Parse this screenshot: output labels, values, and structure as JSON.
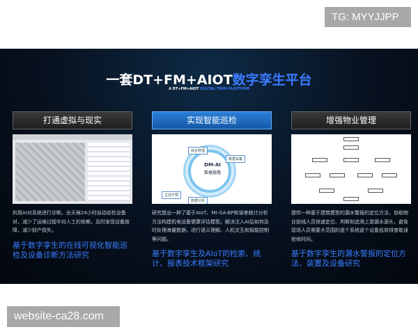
{
  "watermarks": {
    "top": "TG: MYYJJPP",
    "bottom": "website-ca28.com"
  },
  "title": {
    "prefix": "一套DT+FM+AIOT",
    "suffix": "数字孪生平台",
    "subtitle_prefix": "A DT+FM+AIOT ",
    "subtitle_suffix": "DIGITAL TWIN PLATFORM"
  },
  "columns": [
    {
      "header": "打通虚拟与现实",
      "body": "利用AI对系统进行诊断。全天候24小时自动巡检设备对，减少了运维过程中对人工的依赖，及时发现设备故障，减少财产损失。",
      "highlight": "基于数字孪生的在线可视化智能巡检及设备诊断方法研究"
    },
    {
      "header": "实现智能巡检",
      "body": "研究提出一种了基于AIoT、MI-GA-BP和误差统计分析方法构建机电设备健康评估模型。解决注入AI后如何及时处理海量数据，进行语义理解、人机交互和智能控制等问题。",
      "highlight": "基于数字孪生及AIoT的检索、统计、报表技术框架研究",
      "diagram": {
        "center_top": "DM-AI",
        "center_bottom": "数据链路",
        "labels": [
          "综合管理",
          "数据采集",
          "主动干预",
          "数据分析"
        ]
      }
    },
    {
      "header": "增强物业管理",
      "body": "提供一种基于建筑模型的漏水警报的定位方法，协助物业前线人员快速定位、判断和追溯上游漏水源头，避免现场人员需要大范围的逐个系统逐个设备低效排查耽误抢修时间。",
      "highlight": "基于数字孪生的漏水警报的定位方法、装置及设备研究"
    }
  ],
  "active_column": 1,
  "colors": {
    "accent": "#3a7cff",
    "active_header": "#1f6cc4"
  }
}
